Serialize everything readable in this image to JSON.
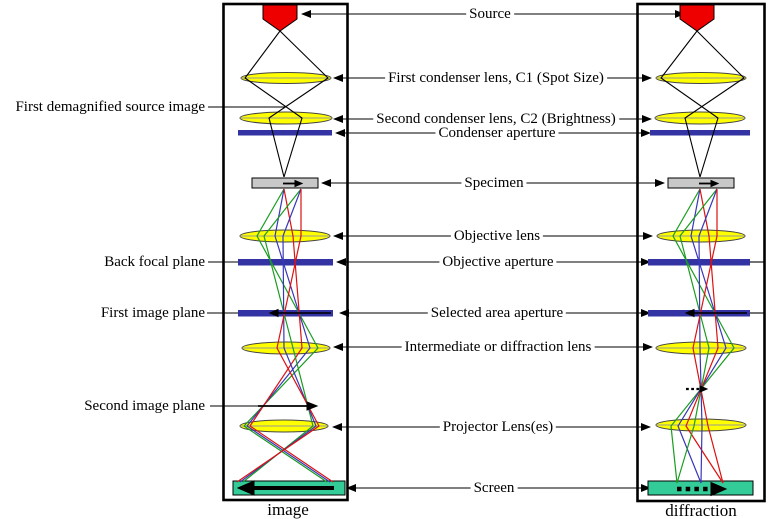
{
  "labels": {
    "center": [
      "Source",
      "First condenser lens, C1 (Spot Size)",
      "Second condenser lens, C2 (Brightness)",
      "Condenser aperture",
      "Specimen",
      "Objective lens",
      "Objective aperture",
      "Selected area aperture",
      "Intermediate or diffraction lens",
      "Projector Lens(es)",
      "Screen"
    ],
    "left": [
      "First demagnified source image",
      "Back focal plane",
      "First image plane",
      "Second image plane"
    ],
    "column_footers": [
      "image",
      "diffraction"
    ]
  },
  "colors": {
    "source_red": "#ee0000",
    "lens_yellow": "#ffff00",
    "aperture_blue": "#3333a3",
    "specimen_gray": "#c8c8c8",
    "screen_green": "#33cc99",
    "ray_red": "#dd1111",
    "ray_green": "#1a9c20",
    "ray_blue": "#3838b8",
    "outline_black": "#000000"
  }
}
